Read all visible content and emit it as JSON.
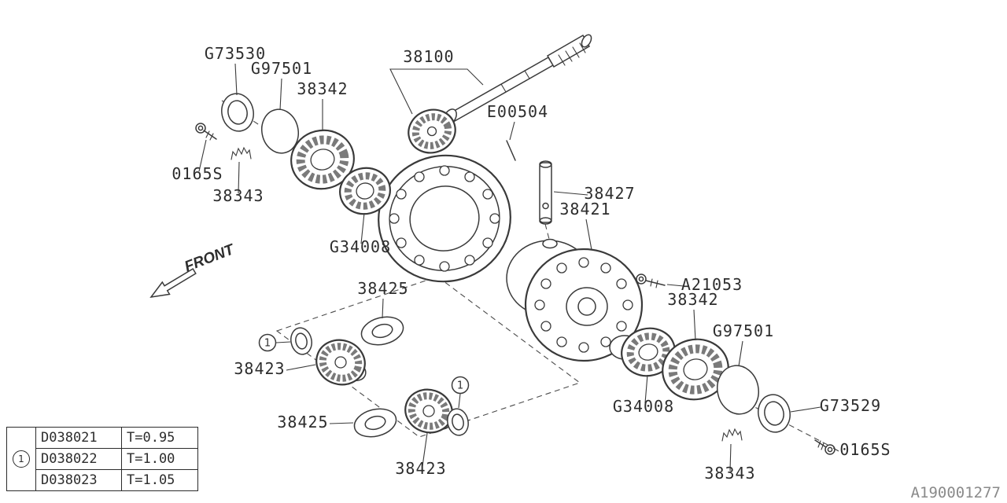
{
  "drawing": {
    "number": "A190001277",
    "front_label": "FRONT"
  },
  "colors": {
    "line": "#3a3a3a",
    "text": "#2d2d2d",
    "muted": "#8a8a8a"
  },
  "callouts": [
    "G73530",
    "G97501",
    "38342",
    "38100",
    "E00504",
    "0165S",
    "38343",
    "38427",
    "38421",
    "G34008",
    "38425",
    "A21053",
    "38342",
    "G97501",
    "38423",
    "G34008",
    "G73529",
    "38425",
    "0165S",
    "38423",
    "38343"
  ],
  "markers": {
    "shim": "1"
  },
  "variant_table": {
    "marker": "1",
    "rows": [
      {
        "part_no": "D038021",
        "thickness": "T=0.95"
      },
      {
        "part_no": "D038022",
        "thickness": "T=1.00"
      },
      {
        "part_no": "D038023",
        "thickness": "T=1.05"
      }
    ]
  }
}
